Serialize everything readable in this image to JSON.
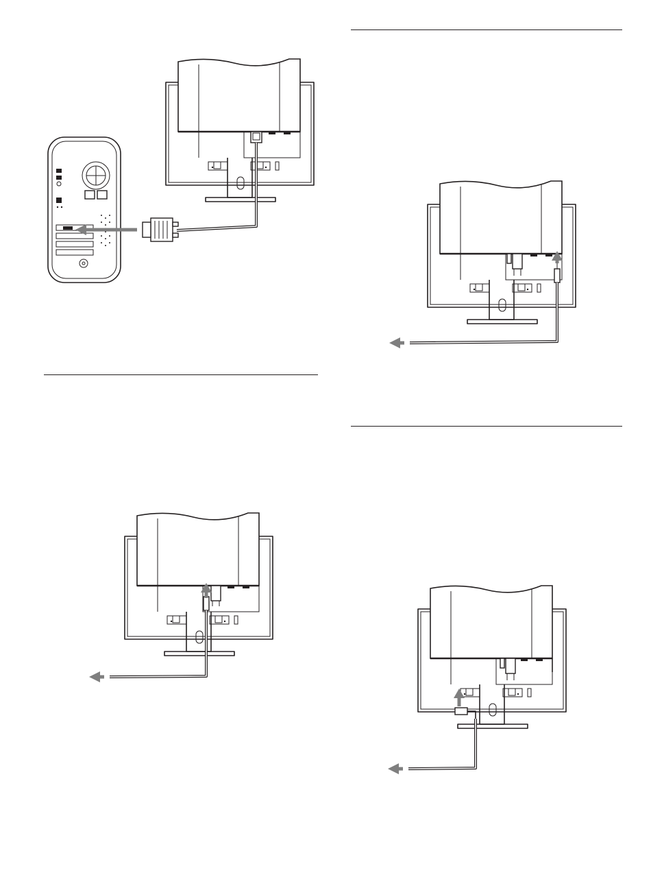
{
  "page": {
    "background": "#ffffff",
    "ink": "#231f20",
    "arrow_color": "#7f7f7f"
  },
  "figures": [
    {
      "id": "computer-to-monitor-video-cable",
      "icons": [
        "computer-tower-icon",
        "monitor-back-icon",
        "video-cable-connector-icon",
        "arrow-left-icon"
      ]
    },
    {
      "id": "monitor-left-input-connection",
      "icons": [
        "monitor-back-icon",
        "cable-plug-icon",
        "arrow-up-icon",
        "arrow-left-icon"
      ]
    },
    {
      "id": "monitor-right-input-connection",
      "icons": [
        "monitor-back-icon",
        "cable-plug-icon",
        "arrow-up-icon",
        "arrow-left-icon"
      ]
    },
    {
      "id": "monitor-side-input-connection",
      "icons": [
        "monitor-back-icon",
        "angled-plug-icon",
        "arrow-up-icon",
        "arrow-left-icon"
      ]
    }
  ]
}
